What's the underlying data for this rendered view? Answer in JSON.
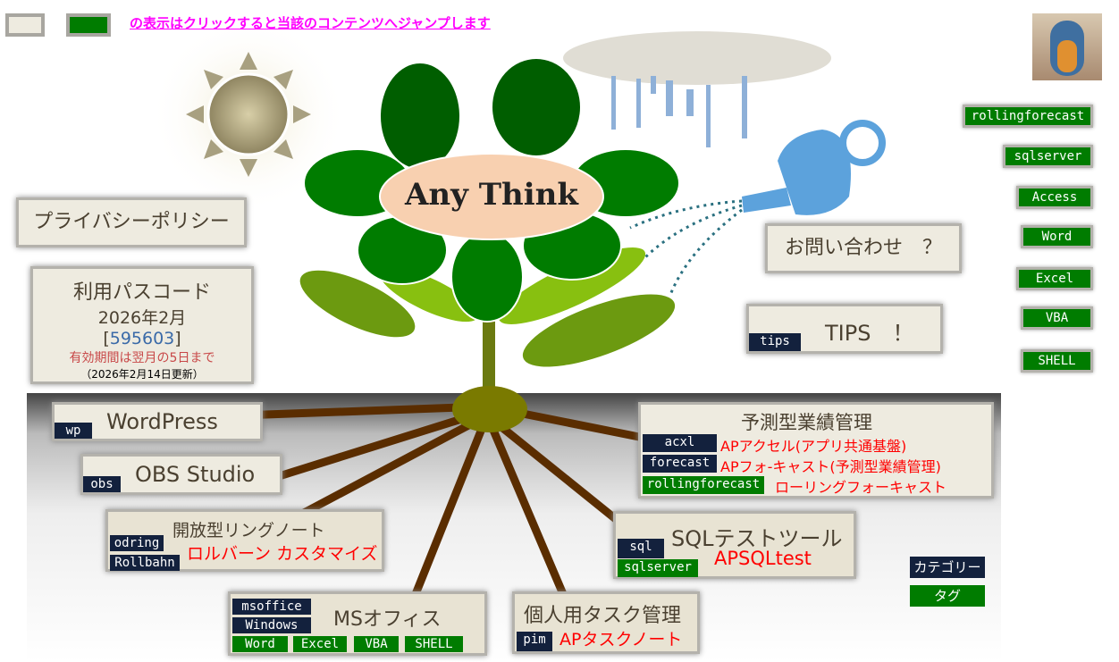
{
  "legend": {
    "notice": "の表示はクリックすると当該のコンテンツへジャンプします",
    "category": "カテゴリー",
    "tag": "タグ"
  },
  "logo": "Any Think",
  "privacy": "プライバシーポリシー",
  "passcode": {
    "title": "利用パスコード",
    "month": "2026年2月",
    "code_open": "[",
    "code": "595603",
    "code_close": "]",
    "validity": "有効期間は翌月の5日まで",
    "updated": "（2026年2月14日更新）"
  },
  "contact": "お問い合わせ　？",
  "tips": {
    "tag": "tips",
    "label": "TIPS　！"
  },
  "right_tags": [
    "rollingforecast",
    "sqlserver",
    "Access",
    "Word",
    "Excel",
    "VBA",
    "SHELL"
  ],
  "wordpress": {
    "tag": "wp",
    "label": "WordPress"
  },
  "obs": {
    "tag": "obs",
    "label": "OBS Studio"
  },
  "odring": {
    "title": "開放型リングノート",
    "tag1": "odring",
    "tag2": "Rollbahn",
    "sub": "ロルバーン カスタマイズ"
  },
  "msoffice": {
    "title": "MSオフィス",
    "tag1": "msoffice",
    "tag2": "Windows",
    "tags": [
      "Word",
      "Excel",
      "VBA",
      "SHELL"
    ]
  },
  "task": {
    "title": "個人用タスク管理",
    "tag": "pim",
    "sub": "APタスクノート"
  },
  "sqltool": {
    "title": "SQLテストツール",
    "tag1": "sql",
    "tag2": "sqlserver",
    "sub": "APSQLtest"
  },
  "forecast": {
    "title": "予測型業績管理",
    "rows": [
      {
        "tag": "acxl",
        "text": "APアクセル(アプリ共通基盤)"
      },
      {
        "tag": "forecast",
        "text": "APフォ-キャスト(予測型業績管理)"
      },
      {
        "tag": "rollingforecast",
        "text": "ローリングフォーキャスト"
      }
    ]
  }
}
